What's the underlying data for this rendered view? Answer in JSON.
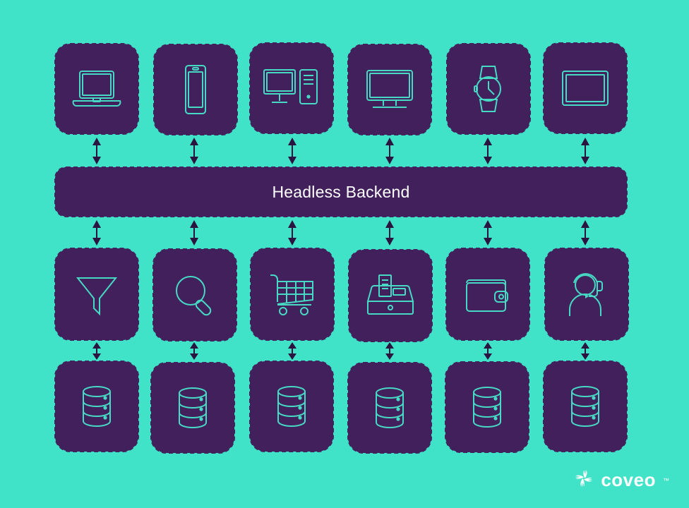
{
  "background_color": "#41e3c8",
  "card_color": "#42205c",
  "icon_stroke_color": "#46d9c4",
  "text_color": "#ffffff",
  "backend": {
    "label": "Headless Backend"
  },
  "rows": {
    "devices": {
      "name": "devices-row",
      "items": [
        {
          "icon": "laptop-icon"
        },
        {
          "icon": "smartphone-icon"
        },
        {
          "icon": "desktop-computer-icon"
        },
        {
          "icon": "television-icon"
        },
        {
          "icon": "smartwatch-icon"
        },
        {
          "icon": "tablet-icon"
        }
      ]
    },
    "services": {
      "name": "services-row",
      "items": [
        {
          "icon": "funnel-filter-icon"
        },
        {
          "icon": "magnifying-glass-icon"
        },
        {
          "icon": "shopping-cart-icon"
        },
        {
          "icon": "cash-register-icon"
        },
        {
          "icon": "wallet-icon"
        },
        {
          "icon": "support-agent-headset-icon"
        }
      ]
    },
    "databases": {
      "name": "databases-row",
      "items": [
        {
          "icon": "database-icon"
        },
        {
          "icon": "database-icon"
        },
        {
          "icon": "database-icon"
        },
        {
          "icon": "database-icon"
        },
        {
          "icon": "database-icon"
        },
        {
          "icon": "database-icon"
        }
      ]
    }
  },
  "connectors": {
    "icon": "double-headed-vertical-arrow-icon",
    "count_per_row": 6,
    "rows": [
      "devices-to-backend",
      "backend-to-services",
      "services-to-databases"
    ]
  },
  "logo": {
    "mark": "coveo-pinwheel-icon",
    "wordmark": "coveo",
    "trademark": "™"
  }
}
